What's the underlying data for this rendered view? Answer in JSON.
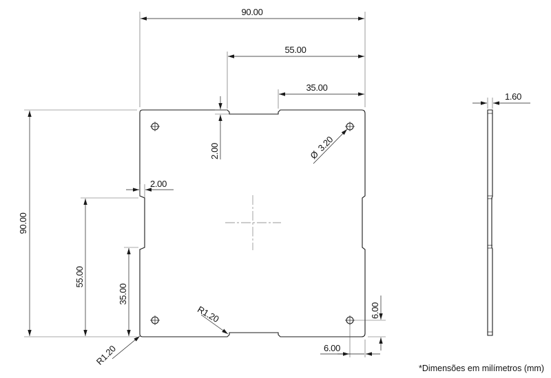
{
  "dimensions": {
    "overall_width": "90.00",
    "overall_height": "90.00",
    "top_notch_from_right": "55.00",
    "top_notch_right_edge": "35.00",
    "notch_depth_top": "2.00",
    "notch_depth_left": "2.00",
    "left_notch_from_bottom": "55.00",
    "left_notch_lower_edge": "35.00",
    "hole_diameter_symbol": "Ø",
    "hole_diameter": "3.20",
    "corner_radius_bottom": "R1.20",
    "corner_radius_notch": "R1.20",
    "hole_offset_x": "6.00",
    "hole_offset_y": "6.00",
    "thickness": "1.60"
  },
  "footnote": "*Dimensões em milímetros (mm)",
  "colors": {
    "line": "#1a1a1a",
    "centerline": "#9a9a9a",
    "background": "#ffffff"
  }
}
